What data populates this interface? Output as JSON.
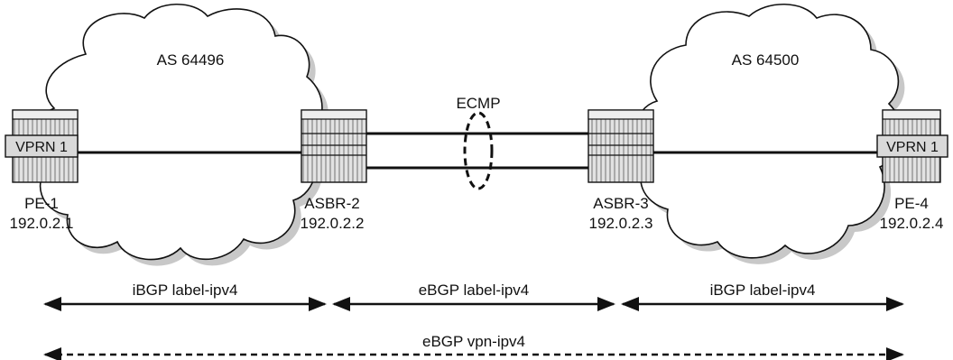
{
  "clouds": {
    "left_label": "AS 64496",
    "right_label": "AS 64500"
  },
  "ecmp_label": "ECMP",
  "routers": {
    "pe1": {
      "name": "PE-1",
      "ip": "192.0.2.1",
      "vprn": "VPRN 1"
    },
    "asbr2": {
      "name": "ASBR-2",
      "ip": "192.0.2.2"
    },
    "asbr3": {
      "name": "ASBR-3",
      "ip": "192.0.2.3"
    },
    "pe4": {
      "name": "PE-4",
      "ip": "192.0.2.4",
      "vprn": "VPRN 1"
    }
  },
  "sessions": {
    "ibgp_left": "iBGP label-ipv4",
    "ebgp_mid": "eBGP label-ipv4",
    "ibgp_right": "iBGP label-ipv4",
    "ebgp_vpn": "eBGP vpn-ipv4"
  },
  "colors": {
    "cloud_shadow": "#c8c8c8",
    "router_body": "#d9d9d9",
    "line": "#111111"
  }
}
